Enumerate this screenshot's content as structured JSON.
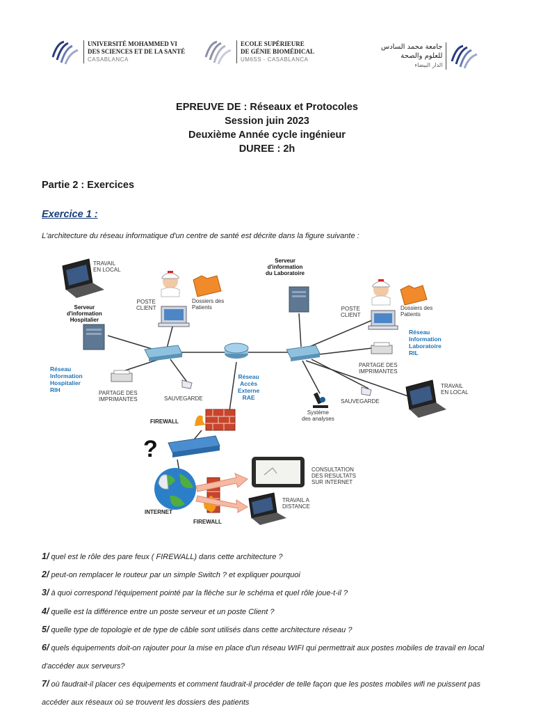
{
  "header": {
    "logo1": {
      "line1": "UNIVERSITÉ MOHAMMED VI",
      "line2": "DES SCIENCES ET DE LA SANTÉ",
      "line3": "CASABLANCA"
    },
    "logo2": {
      "line1": "ECOLE SUPÉRIEURE",
      "line2": "DE GÉNIE BIOMÉDICAL",
      "line3": "UM6SS - CASABLANCA"
    },
    "logo3": {
      "line1": "جامعة محمد السادس",
      "line2": "للعلوم والصحة",
      "line3": "الدار البيضاء"
    }
  },
  "exam": {
    "title": "EPREUVE DE : Réseaux et Protocoles",
    "session": "Session juin  2023",
    "year": "Deuxième Année cycle ingénieur",
    "duration": "DUREE : 2h"
  },
  "part_title": "Partie 2 : Exercices",
  "exercise_title": "Exercice 1 :",
  "intro": "L'architecture du réseau informatique d'un centre de santé est décrite dans la figure suivante :",
  "diagram": {
    "travail_local_1": [
      "TRAVAIL",
      "EN LOCAL"
    ],
    "poste_client_1": [
      "POSTE",
      "CLIENT"
    ],
    "dossiers_1": [
      "Dossiers des",
      "Patients"
    ],
    "serveur_hosp": [
      "Serveur",
      "d'information",
      "Hospitalier"
    ],
    "rih": [
      "Réseau",
      "Information",
      "Hospitalier",
      "RIH"
    ],
    "partage_1": [
      "PARTAGE DES",
      "IMPRIMANTES"
    ],
    "sauvegarde_1": "SAUVEGARDE",
    "serveur_labo": [
      "Serveur",
      "d'information",
      "du Laboratoire"
    ],
    "poste_client_2": [
      "POSTE",
      "CLIENT"
    ],
    "dossiers_2": [
      "Dossiers des",
      "Patients"
    ],
    "ril": [
      "Réseau",
      "Information",
      "Laboratoire",
      "RIL"
    ],
    "partage_2": [
      "PARTAGE DES",
      "IMPRIMANTES"
    ],
    "travail_local_2": [
      "TRAVAIL",
      "EN LOCAL"
    ],
    "sauvegarde_2": "SAUVEGARDE",
    "systeme_analyses": [
      "Système",
      "des analyses"
    ],
    "rae": [
      "Réseau",
      "Accès",
      "Externe",
      "RAE"
    ],
    "firewall_1": "FIREWALL",
    "question_mark": "?",
    "internet": "INTERNET",
    "firewall_2": "FIREWALL",
    "consultation": [
      "CONSULTATION",
      "DES RESULTATS",
      "SUR INTERNET"
    ],
    "travail_distance": [
      "TRAVAIL A",
      "DISTANCE"
    ]
  },
  "questions": [
    {
      "num": "1/",
      "text": " quel est le rôle des pare feux  ( FIREWALL) dans cette architecture  ?"
    },
    {
      "num": "2/",
      "text": " peut-on remplacer le routeur par un simple Switch ? et expliquer pourquoi"
    },
    {
      "num": "3/",
      "text": " à quoi correspond l'équipement pointé par la flèche sur le schéma et quel rôle joue-t-il ?"
    },
    {
      "num": "4/",
      "text": " quelle est la différence entre un poste serveur et un poste Client ?"
    },
    {
      "num": "5/",
      "text": " quelle type de topologie  et de type de câble sont utilisés dans cette architecture réseau ?"
    },
    {
      "num": "6/",
      "text": " quels équipements doit-on rajouter pour la mise en place d'un réseau WIFI  qui permettrait aux postes mobiles de travail en local d'accéder aux serveurs?"
    },
    {
      "num": "7/",
      "text": " où faudrait-il placer ces équipements et  comment faudrait-il procéder de telle façon que les postes mobiles wifi ne puissent pas  accéder  aux réseaux où se trouvent les dossiers des patients"
    }
  ]
}
